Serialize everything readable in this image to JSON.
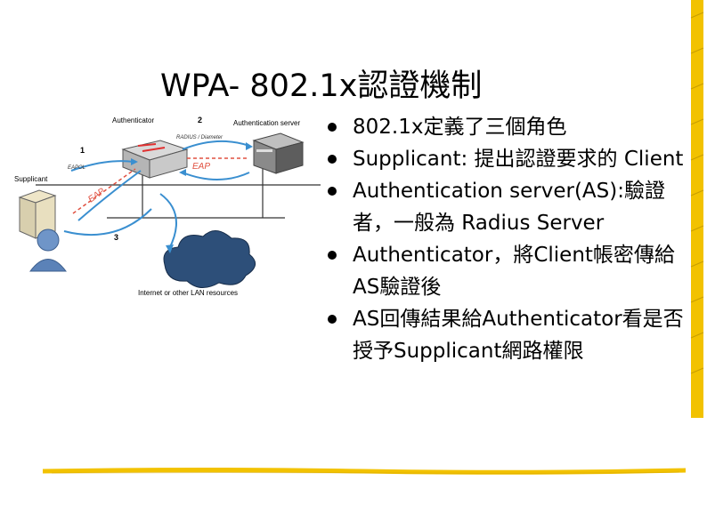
{
  "slide": {
    "title": "WPA- 802.1x認證機制",
    "bullets": [
      "802.1x定義了三個角色",
      "Supplicant: 提出認證要求的 Client",
      "Authentication server(AS):驗證者，一般為 Radius Server",
      "Authenticator，將Client帳密傳給AS驗證後",
      "AS回傳結果給Authenticator看是否授予Supplicant網路權限"
    ]
  },
  "diagram": {
    "authenticator_label": "Authenticator",
    "auth_server_label": "Authentication server",
    "supplicant_label": "Supplicant",
    "step1": "1",
    "step2": "2",
    "step3": "3",
    "eapol": "EAPOL",
    "radius": "RADIUS / Diameter",
    "eap_top": "EAP",
    "eap_left": "EAP",
    "internet_label": "Internet or other LAN resources"
  },
  "colors": {
    "accent_yellow": "#f2c200",
    "arrow_blue": "#3a8fd0",
    "eap_red": "#e05040"
  }
}
